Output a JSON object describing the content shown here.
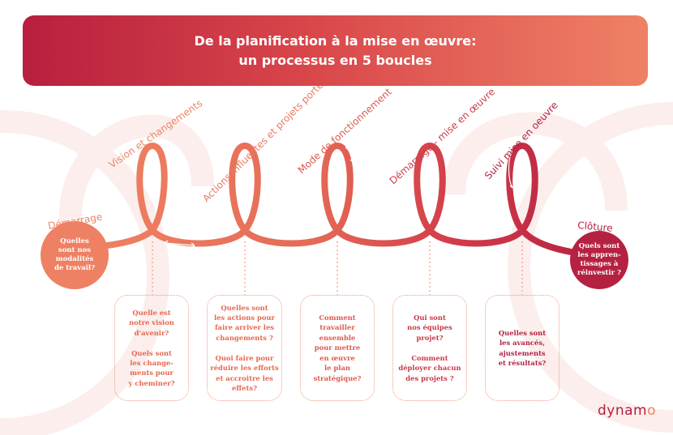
{
  "colors": {
    "coral": "#ee8063",
    "red": "#d63e4a",
    "crimson": "#b52141",
    "banner_start": "#b81f3e",
    "banner_end": "#ef8166",
    "background_watermark": "#fbeeec"
  },
  "header": {
    "title_line1": "De la planification à la mise en œuvre:",
    "title_line2": "un processus en 5 boucles"
  },
  "start": {
    "label": "Démarrage",
    "question": "Quelles\nsont nos\nmodalités\nde travail?"
  },
  "end": {
    "label": "Clôture",
    "question": "Quels sont\nles appren-\ntissages à\nréinvestir ?"
  },
  "loops": [
    {
      "label": "Vision et changements",
      "question": "Quelle est\nnotre vision\nd'avenir?\n\nQuels sont\nles change-\nments pour\ny cheminer?"
    },
    {
      "label": "Actions influentes et projets porteurs",
      "question": "Quelles sont\nles actions pour\nfaire arriver les\nchangements ?\n\nQuoi faire pour\nréduire les efforts\net accroitre les\neffets?"
    },
    {
      "label": "Mode de fonctionnement",
      "question": "Comment\ntravailler\nensemble\npour mettre\nen œuvre\nle plan\nstratégique?"
    },
    {
      "label": "Démarrage - mise en œuvre",
      "question": "Qui sont\nnos équipes\nprojet?\n\nComment\ndéployer chacun\ndes projets ?"
    },
    {
      "label": "Suivi mise en oeuvre",
      "question": "Quelles sont\nles avancés,\najustements\net résultats?"
    }
  ],
  "brand": {
    "name_part1": "dynam",
    "name_part2": "o"
  }
}
